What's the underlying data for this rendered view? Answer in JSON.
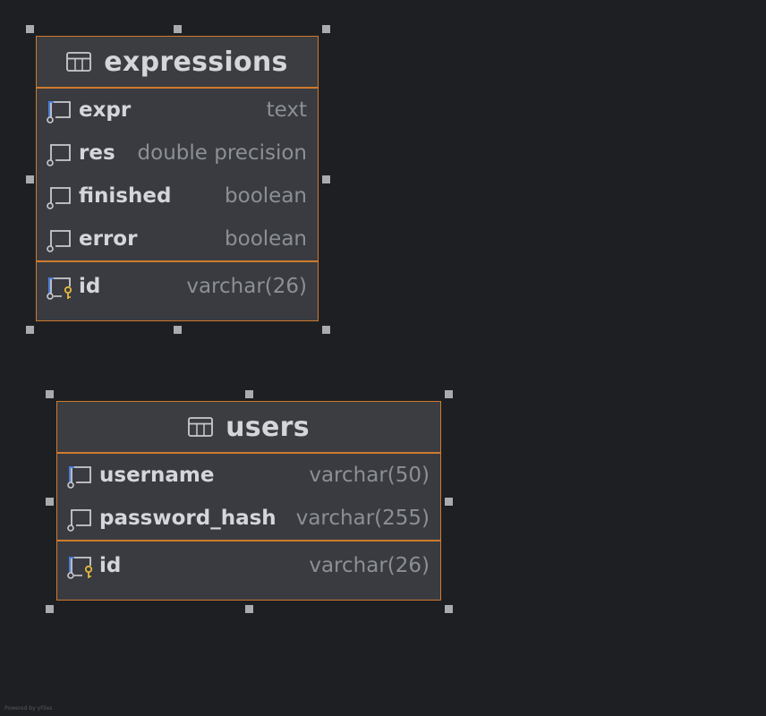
{
  "diagram": {
    "tables": [
      {
        "name": "expressions",
        "columns": [
          {
            "name": "expr",
            "type": "text"
          },
          {
            "name": "res",
            "type": "double precision"
          },
          {
            "name": "finished",
            "type": "boolean"
          },
          {
            "name": "error",
            "type": "boolean"
          }
        ],
        "primary_key": {
          "name": "id",
          "type": "varchar(26)"
        }
      },
      {
        "name": "users",
        "columns": [
          {
            "name": "username",
            "type": "varchar(50)"
          },
          {
            "name": "password_hash",
            "type": "varchar(255)"
          }
        ],
        "primary_key": {
          "name": "id",
          "type": "varchar(26)"
        }
      }
    ],
    "footer_note": "Powered by yFiles"
  },
  "colors": {
    "canvas": "#1e1f22",
    "entity_border": "#cf7a2e",
    "entity_body": "#393b40",
    "column_name": "#d4d6da",
    "column_type": "#8c8f94",
    "icon_accent": "#4a7fd8",
    "key_icon": "#e5b73b"
  },
  "icons": {
    "table": "table-grid-icon",
    "column": "column-icon",
    "primary_key": "primary-key-column-icon"
  }
}
